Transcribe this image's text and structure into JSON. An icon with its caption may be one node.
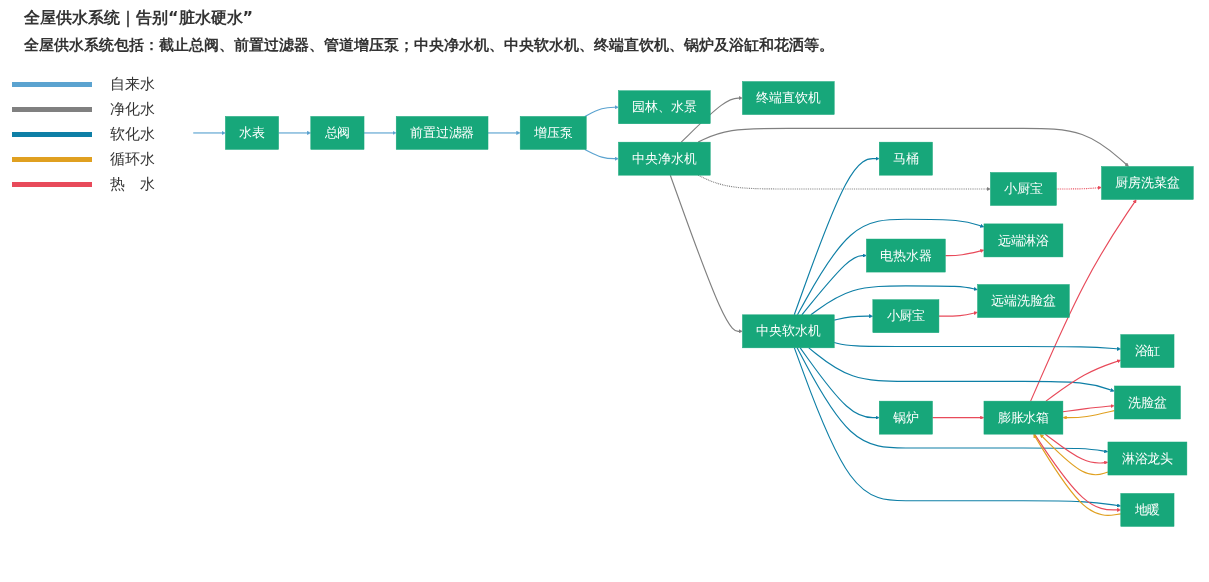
{
  "diagram": {
    "title": "全屋供水系统｜告别“脏水硬水”",
    "nodes": [
      {
        "text": [
          "园林、水景"
        ]
      },
      {
        "text": [
          "终端直饮机"
        ]
      },
      {
        "text": [
          "厨房洗菜盆"
        ]
      },
      {
        "text": [
          "小厨宝"
        ]
      },
      {
        "text": [
          "水表"
        ]
      },
      {
        "text": [
          "总阀"
        ]
      },
      {
        "text": [
          "前置过滤器"
        ]
      },
      {
        "text": [
          "增压泵"
        ]
      },
      {
        "text": [
          "中央净水机"
        ]
      },
      {
        "text": [
          "中央软水机"
        ]
      },
      {
        "text": [
          "锅炉"
        ]
      },
      {
        "text": [
          "膨胀水箱"
        ]
      },
      {
        "text": [
          "远端淋浴"
        ]
      },
      {
        "text": [
          "远端洗脸盆"
        ]
      },
      {
        "text": [
          "马桶"
        ]
      },
      {
        "text": [
          "浴缸"
        ]
      },
      {
        "text": [
          "洗脸盆"
        ]
      },
      {
        "text": [
          "淋浴龙头"
        ]
      },
      {
        "text": [
          "地暖"
        ]
      },
      {
        "text": [
          "电热水器"
        ]
      },
      {
        "text": [
          "小厨宝"
        ]
      }
    ],
    "edges": [
      {
        "from": null,
        "to": 4,
        "arrow": "to",
        "color": "#5ba3d0"
      },
      {
        "from": 4,
        "to": 5,
        "arrow": "to",
        "color": "#5ba3d0"
      },
      {
        "from": 5,
        "to": 6,
        "arrow": "to",
        "color": "#5ba3d0"
      },
      {
        "from": 6,
        "to": 7,
        "arrow": "to",
        "color": "#5ba3d0"
      },
      {
        "from": 7,
        "to": 8,
        "arrow": "to",
        "color": "#5ba3d0"
      },
      {
        "from": 7,
        "to": 0,
        "arrow": "to",
        "color": "#5ba3d0"
      },
      {
        "from": 8,
        "to": 1,
        "arrow": "to",
        "color": "#808080"
      },
      {
        "from": 8,
        "to": 2,
        "arrow": "to",
        "color": "#808080"
      },
      {
        "from": 8,
        "to": 3,
        "arrow": "to",
        "style": "dashed",
        "color": "#808080"
      },
      {
        "from": 8,
        "to": 9,
        "arrow": "to",
        "color": "#808080"
      },
      {
        "from": 3,
        "to": 2,
        "arrow": "to",
        "style": "dashed",
        "color": "#e84a5a"
      },
      {
        "from": 9,
        "to": 10,
        "arrow": "to",
        "color": "#0e7fa6"
      },
      {
        "from": 10,
        "to": 11,
        "arrow": "to",
        "color": "#e84a5a"
      },
      {
        "from": 11,
        "to": 2,
        "arrow": "to",
        "color": "#e84a5a"
      },
      {
        "from": 9,
        "to": 12,
        "arrow": "to",
        "color": "#0e7fa6"
      },
      {
        "from": 9,
        "to": 19,
        "arrow": "to",
        "color": "#0e7fa6"
      },
      {
        "from": 9,
        "to": 13,
        "arrow": "to",
        "color": "#0e7fa6"
      },
      {
        "from": 9,
        "to": 20,
        "arrow": "to",
        "color": "#0e7fa6"
      },
      {
        "from": 9,
        "to": 14,
        "arrow": "to",
        "color": "#0e7fa6"
      },
      {
        "from": 9,
        "to": 15,
        "arrow": "to",
        "color": "#0e7fa6"
      },
      {
        "from": 9,
        "to": 16,
        "arrow": "to",
        "color": "#0e7fa6"
      },
      {
        "from": 9,
        "to": 17,
        "arrow": "to",
        "color": "#0e7fa6"
      },
      {
        "from": 9,
        "to": 18,
        "arrow": "to",
        "color": "#0e7fa6"
      },
      {
        "from": 11,
        "to": 15,
        "arrow": "to",
        "color": "#e84a5a"
      },
      {
        "from": 11,
        "to": 16,
        "arrow": "to",
        "color": "#e84a5a"
      },
      {
        "from": 11,
        "to": 17,
        "arrow": "to",
        "color": "#e84a5a"
      },
      {
        "from": 11,
        "to": 18,
        "arrow": "to",
        "color": "#e84a5a"
      },
      {
        "from": 19,
        "to": 12,
        "arrow": "to",
        "color": "#e84a5a"
      },
      {
        "from": 20,
        "to": 13,
        "arrow": "to",
        "color": "#e84a5a"
      },
      {
        "from": 16,
        "to": 11,
        "arrow": "to",
        "color": "#e0a020"
      },
      {
        "from": 17,
        "to": 11,
        "arrow": "to",
        "color": "#e0a020"
      },
      {
        "from": 18,
        "to": 11,
        "arrow": "to",
        "color": "#e0a020"
      }
    ],
    "labels": [
      "全屋供水系统包括：截止总阀、前置过滤器、管道增压泵；中央净水机、中央软水机、终端直饮机、锅炉及浴缸和花洒等。"
    ],
    "legend": [
      {
        "text": "自来水",
        "color": "#5ba3d0"
      },
      {
        "text": "净化水",
        "color": "#808080"
      },
      {
        "text": "软化水",
        "color": "#0e7fa6"
      },
      {
        "text": "循环水",
        "color": "#e0a020"
      },
      {
        "text": "热　水",
        "color": "#e84a5a"
      }
    ]
  }
}
